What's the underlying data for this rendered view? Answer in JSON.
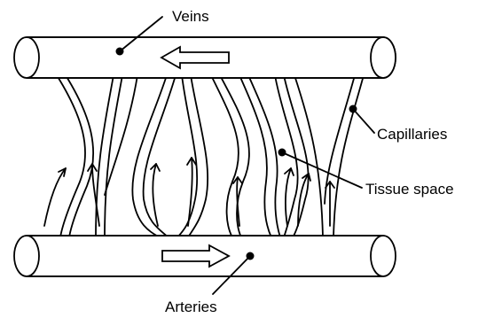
{
  "labels": {
    "veins": "Veins",
    "capillaries": "Capillaries",
    "tissue_space": "Tissue space",
    "arteries": "Arteries"
  }
}
